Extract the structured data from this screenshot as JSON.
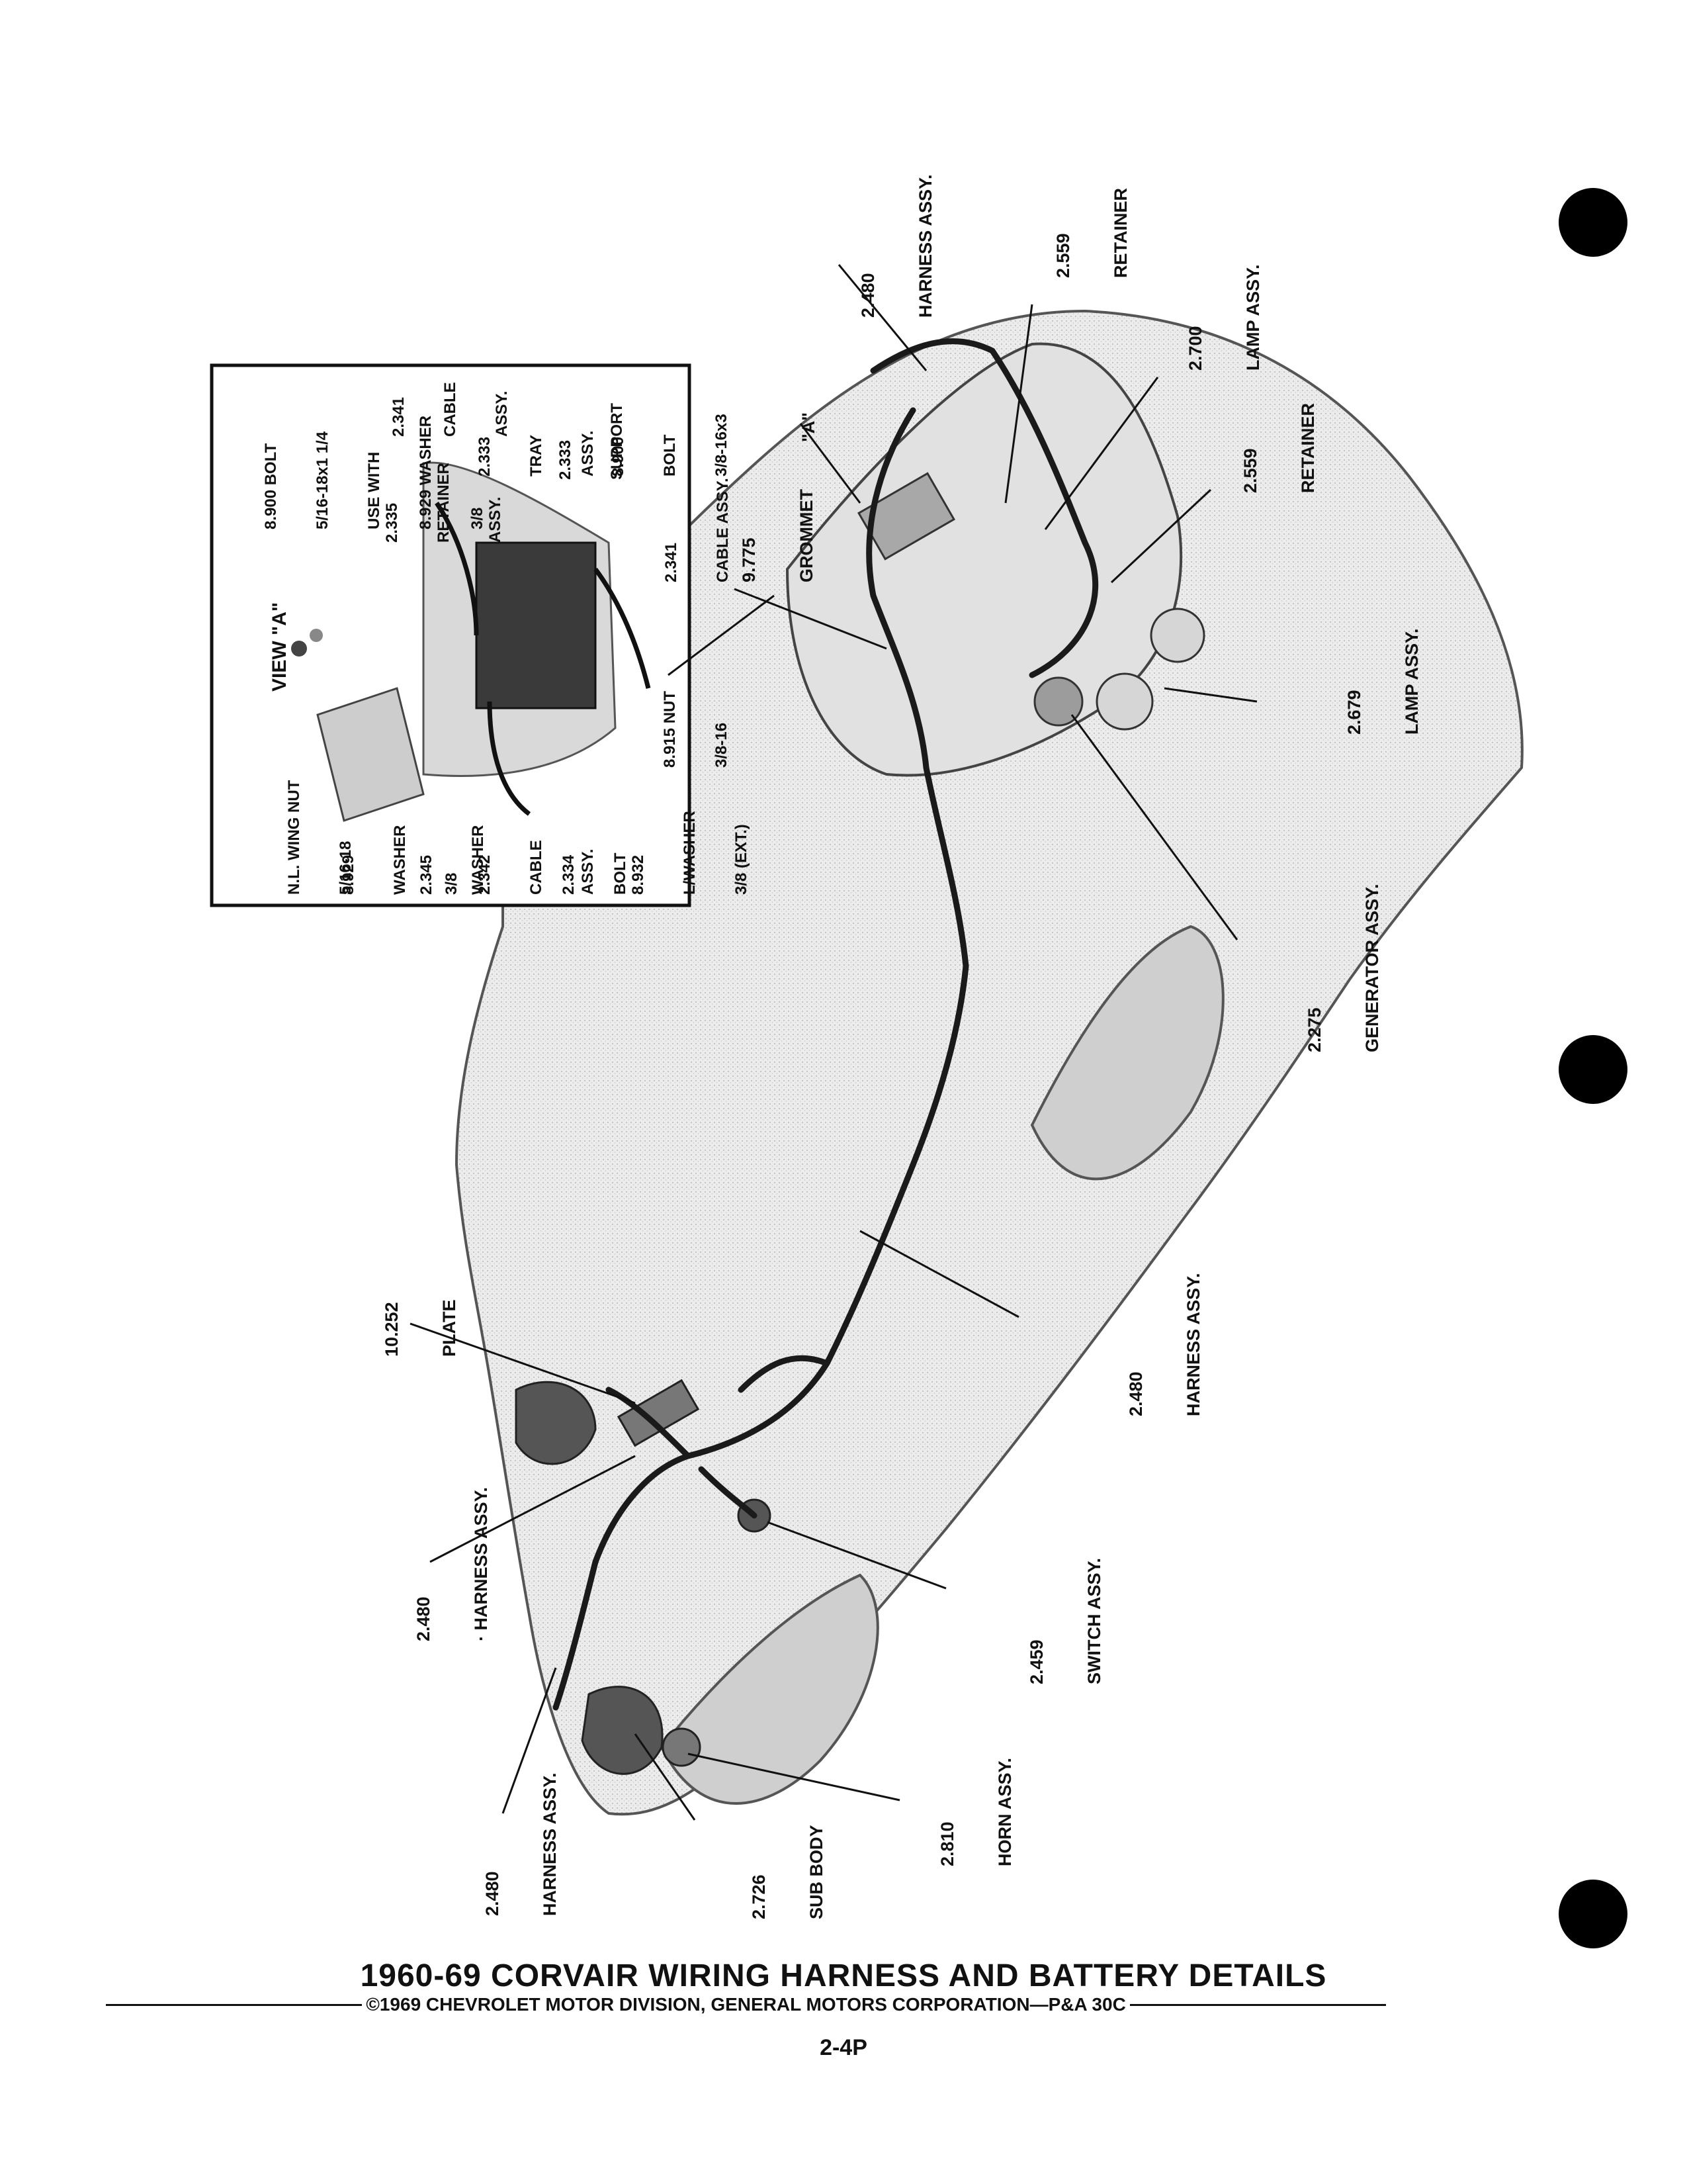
{
  "caption": "1960-69 CORVAIR WIRING HARNESS AND BATTERY DETAILS",
  "copyright": "©1969 CHEVROLET MOTOR DIVISION, GENERAL MOTORS CORPORATION—P&A 30C",
  "page_number": "2-4P",
  "inset": {
    "title": "VIEW \"A\"",
    "labels": {
      "wing_nut": [
        "N.L. WING NUT",
        "5/16-18"
      ],
      "washer_8929": [
        "8.929",
        "WASHER",
        "3/8"
      ],
      "washer_2345": [
        "2.345",
        "WASHER"
      ],
      "cable_2342": [
        "2.342",
        "CABLE",
        "ASSY."
      ],
      "bolt_2334": [
        "2.334",
        "BOLT"
      ],
      "lwasher_8932": [
        "8.932",
        "L/WASHER",
        "3/8 (EXT.)"
      ],
      "nut_8915": [
        "8.915 NUT",
        "3/8-16"
      ],
      "bolt_8900_a": [
        "8.900 BOLT",
        "5/16-18x1 1/4",
        "USE WITH",
        "8.929 WASHER",
        "3/8"
      ],
      "retainer_2335": [
        "2.335",
        "RETAINER",
        "ASSY."
      ],
      "cable_2341_a": [
        "2.341",
        "CABLE",
        "ASSY."
      ],
      "tray_2333": [
        "2.333",
        "TRAY",
        "ASSY."
      ],
      "support_2333": [
        "2.333",
        "SUPPORT"
      ],
      "bolt_8900_b": [
        "8.900",
        "BOLT",
        "3/8-16x3"
      ],
      "cable_2341_b": [
        "2.341",
        "CABLE ASSY."
      ]
    }
  },
  "callouts": {
    "harness_top": [
      "2.480",
      "HARNESS ASSY."
    ],
    "retainer_top": [
      "2.559",
      "RETAINER"
    ],
    "lamp_2700": [
      "2.700",
      "LAMP ASSY."
    ],
    "retainer_mid": [
      "2.559",
      "RETAINER"
    ],
    "view_a": [
      "\"A\""
    ],
    "grommet": [
      "9.775",
      "GROMMET"
    ],
    "lamp_2679": [
      "2.679",
      "LAMP ASSY."
    ],
    "generator": [
      "2.275",
      "GENERATOR ASSY."
    ],
    "harness_mid": [
      "2.480",
      "HARNESS ASSY."
    ],
    "plate": [
      "10.252",
      "PLATE"
    ],
    "harness_front": [
      "2.480",
      "· HARNESS ASSY."
    ],
    "switch": [
      "2.459",
      "SWITCH ASSY."
    ],
    "harness_bottom": [
      "2.480",
      "HARNESS ASSY."
    ],
    "sub_body": [
      "2.726",
      "SUB BODY"
    ],
    "horn": [
      "2.810",
      "HORN ASSY."
    ]
  }
}
